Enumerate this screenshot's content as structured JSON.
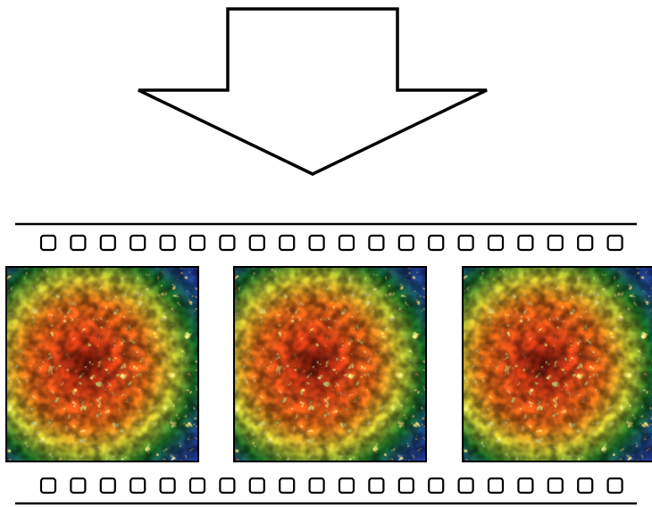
{
  "diagram": {
    "arrow": {
      "direction": "down",
      "fill": "#ffffff",
      "stroke": "#000000"
    },
    "filmstrip": {
      "frame_count": 3,
      "perforations_per_row": 20,
      "perforation_rows": [
        "top",
        "bottom"
      ],
      "rail_color": "#000000",
      "frame_content": "heatmap-texture",
      "palette": [
        "#2a3fb0",
        "#1f5a8a",
        "#1e7a2a",
        "#9ad12a",
        "#f2e83a",
        "#ff7a1a",
        "#ff4a1a",
        "#5a0f0a"
      ]
    }
  }
}
